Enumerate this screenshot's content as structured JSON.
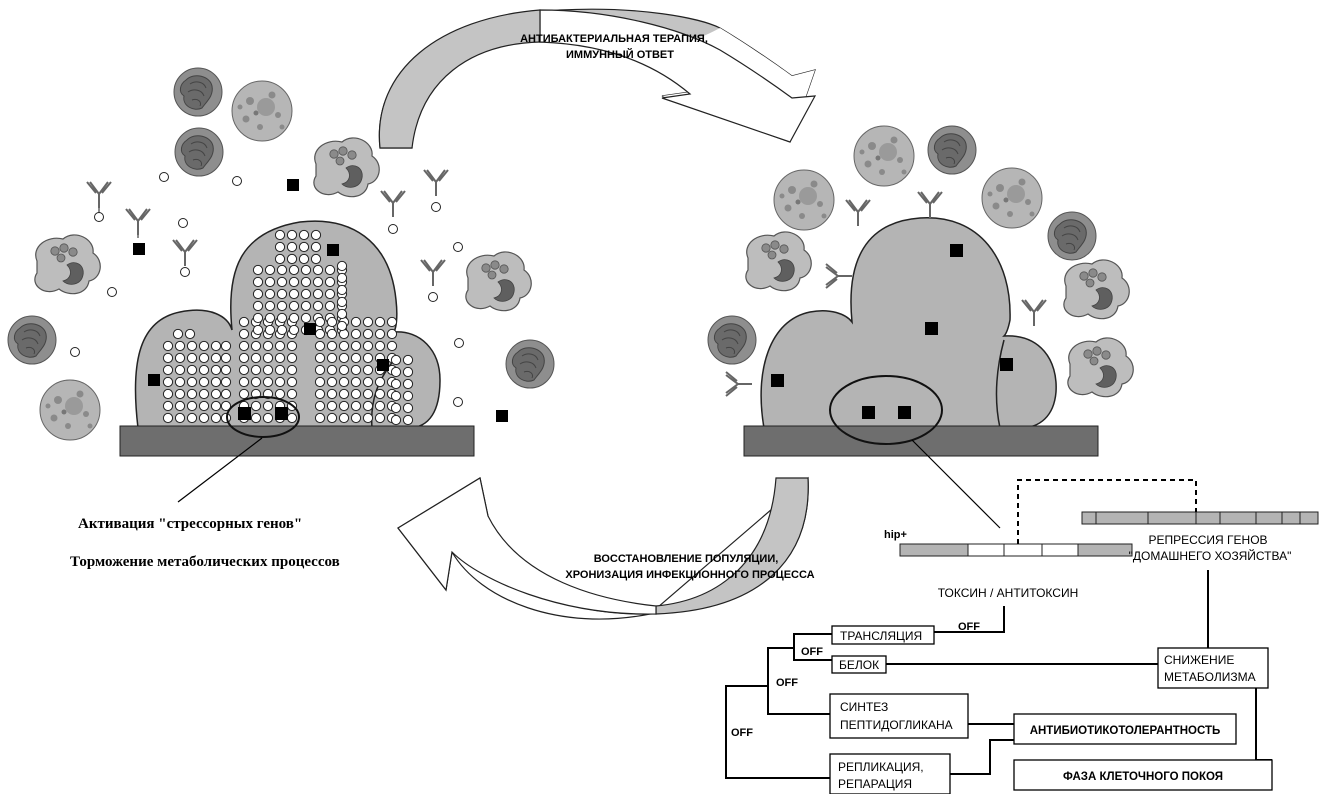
{
  "arrows": {
    "top_label_1": "АНТИБАКТЕРИАЛЬНАЯ ТЕРАПИЯ,",
    "top_label_2": "ИММУННЫЙ ОТВЕТ",
    "bottom_label_1": "ВОССТАНОВЛЕНИЕ ПОПУЛЯЦИИ,",
    "bottom_label_2": "ХРОНИЗАЦИЯ ИНФЕКЦИОННОГО ПРОЦЕССА"
  },
  "left_panel": {
    "caption_1": "Активация \"стрессорных генов\"",
    "caption_2": "Торможение метаболических процессов"
  },
  "gene_diagram": {
    "hip_label": "hip+",
    "repression_1": "РЕПРЕССИЯ ГЕНОВ",
    "repression_2": "\"ДОМАШНЕГО ХОЗЯЙСТВА\"",
    "toxin_label": "ТОКСИН / АНТИТОКСИН",
    "off": "OFF",
    "translation": "ТРАНСЛЯЦИЯ",
    "protein": "БЕЛОК",
    "synthesis_1": "СИНТЕЗ",
    "synthesis_2": "ПЕПТИДОГЛИКАНА",
    "replication_1": "РЕПЛИКАЦИЯ,",
    "replication_2": "РЕПАРАЦИЯ",
    "metabolism_1": "СНИЖЕНИЕ",
    "metabolism_2": "МЕТАБОЛИЗМА",
    "tolerance": "АНТИБИОТИКОТОЛЕРАНТНОСТЬ",
    "dormancy": "ФАЗА КЛЕТОЧНОГО ПОКОЯ"
  },
  "colors": {
    "biofilm": "#b4b4b4",
    "substrate": "#6e6e6e",
    "arrow_fill": "#c0c0c0",
    "dark_gray": "#7a7a7a"
  }
}
